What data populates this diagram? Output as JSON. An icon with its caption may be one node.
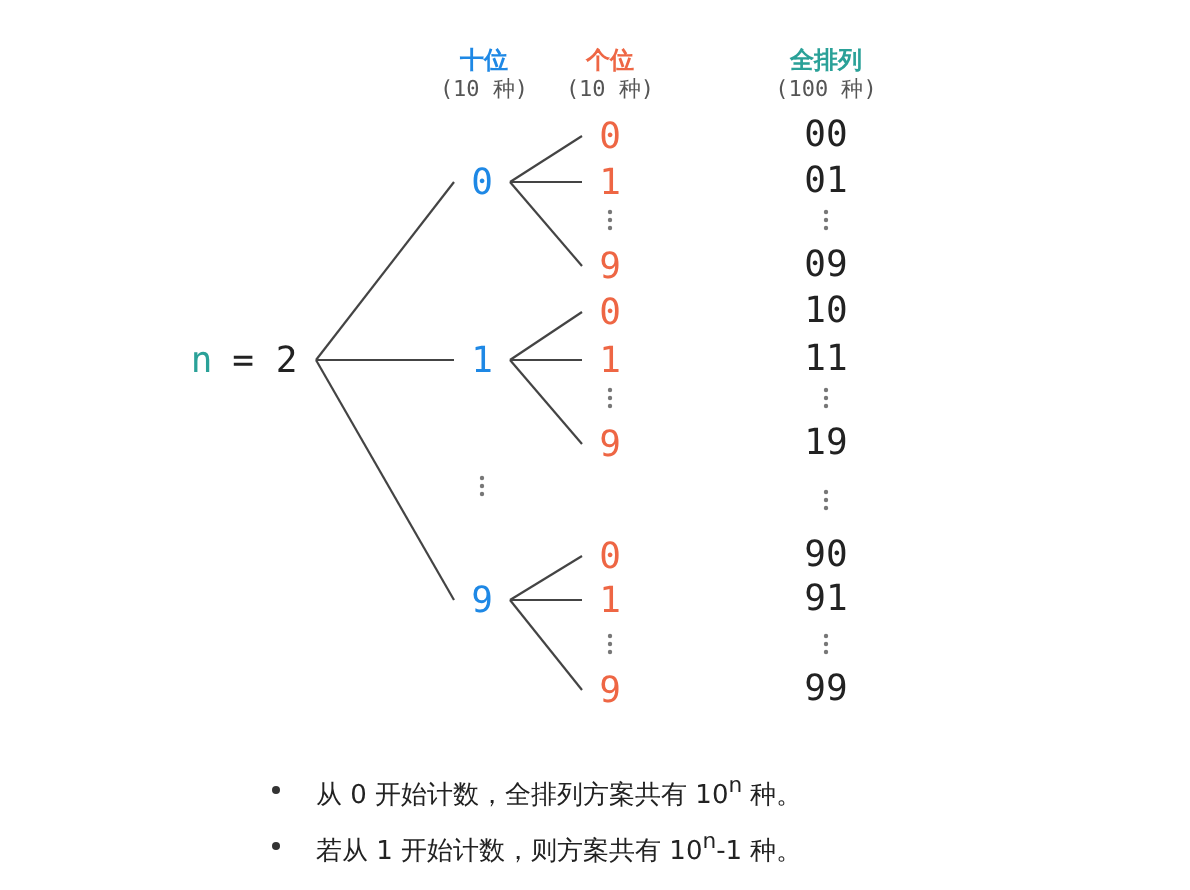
{
  "diagram": {
    "nodes": [
      {
        "text": [
          "n",
          "= 2"
        ]
      },
      {
        "text": [
          "0"
        ]
      },
      {
        "text": [
          "1"
        ]
      },
      {
        "text": [
          "9"
        ]
      },
      {
        "text": [
          "0"
        ]
      },
      {
        "text": [
          "1"
        ]
      },
      {
        "text": [
          "9"
        ]
      },
      {
        "text": [
          "0"
        ]
      },
      {
        "text": [
          "1"
        ]
      },
      {
        "text": [
          "9"
        ]
      },
      {
        "text": [
          "0"
        ]
      },
      {
        "text": [
          "1"
        ]
      },
      {
        "text": [
          "9"
        ]
      }
    ],
    "edges": [
      {
        "from": 0,
        "to": 1,
        "arrow": "none"
      },
      {
        "from": 0,
        "to": 2,
        "arrow": "none"
      },
      {
        "from": 0,
        "to": 3,
        "arrow": "none"
      },
      {
        "from": 1,
        "to": 4,
        "arrow": "none"
      },
      {
        "from": 1,
        "to": 5,
        "arrow": "none"
      },
      {
        "from": 1,
        "to": 6,
        "arrow": "none"
      },
      {
        "from": 2,
        "to": 7,
        "arrow": "none"
      },
      {
        "from": 2,
        "to": 8,
        "arrow": "none"
      },
      {
        "from": 2,
        "to": 9,
        "arrow": "none"
      },
      {
        "from": 3,
        "to": 10,
        "arrow": "none"
      },
      {
        "from": 3,
        "to": 11,
        "arrow": "none"
      },
      {
        "from": 3,
        "to": 12,
        "arrow": "none"
      }
    ],
    "labels": [
      "十位",
      "个位",
      "全排列",
      "(10 种)",
      "(10 种)",
      "(100 种)",
      "00",
      "01",
      "09",
      "10",
      "11",
      "19",
      "90",
      "91",
      "99",
      "从 0 开始计数，全排列方案共有 10$^{n}$ 种。",
      "若从 1 开始计数，则方案共有 10$^{n}$-1 种。"
    ]
  }
}
